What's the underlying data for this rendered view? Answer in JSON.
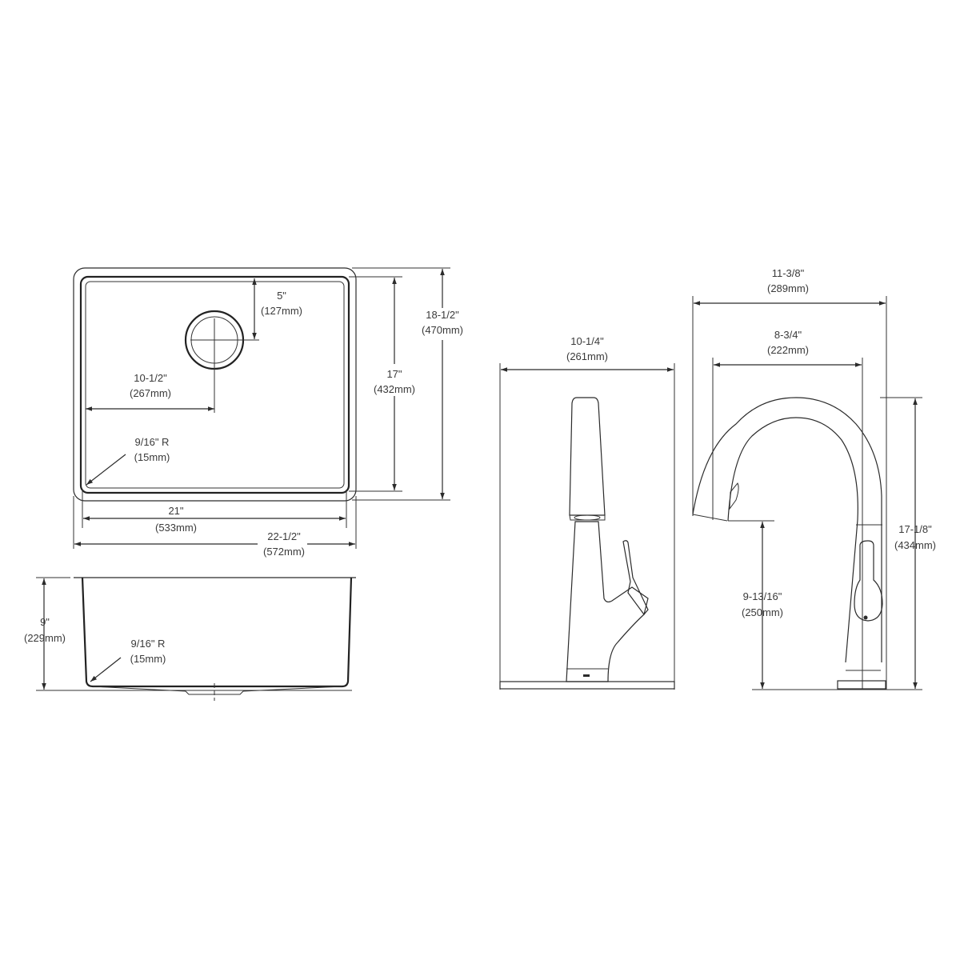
{
  "drawing": {
    "title": "Sink and Faucet Dimension Drawing",
    "line_color": "#2b2b2b",
    "text_color": "#3a3a3a",
    "background": "#ffffff"
  },
  "sink_top_view": {
    "drain_offset_top": {
      "inch": "5\"",
      "mm": "(127mm)"
    },
    "drain_offset_left": {
      "inch": "10-1/2\"",
      "mm": "(267mm)"
    },
    "corner_radius": {
      "inch": "9/16\" R",
      "mm": "(15mm)"
    },
    "inner_depth": {
      "inch": "17\"",
      "mm": "(432mm)"
    },
    "outer_depth": {
      "inch": "18-1/2\"",
      "mm": "(470mm)"
    },
    "inner_width": {
      "inch": "21\"",
      "mm": "(533mm)"
    },
    "outer_width": {
      "inch": "22-1/2\"",
      "mm": "(572mm)"
    }
  },
  "sink_side_view": {
    "bowl_depth": {
      "inch": "9\"",
      "mm": "(229mm)"
    },
    "corner_radius": {
      "inch": "9/16\" R",
      "mm": "(15mm)"
    }
  },
  "faucet_front_view": {
    "overall_width": {
      "inch": "10-1/4\"",
      "mm": "(261mm)"
    }
  },
  "faucet_side_view": {
    "overall_reach": {
      "inch": "11-3/8\"",
      "mm": "(289mm)"
    },
    "spout_reach": {
      "inch": "8-3/4\"",
      "mm": "(222mm)"
    },
    "overall_height": {
      "inch": "17-1/8\"",
      "mm": "(434mm)"
    },
    "spout_height": {
      "inch": "9-13/16\"",
      "mm": "(250mm)"
    }
  }
}
